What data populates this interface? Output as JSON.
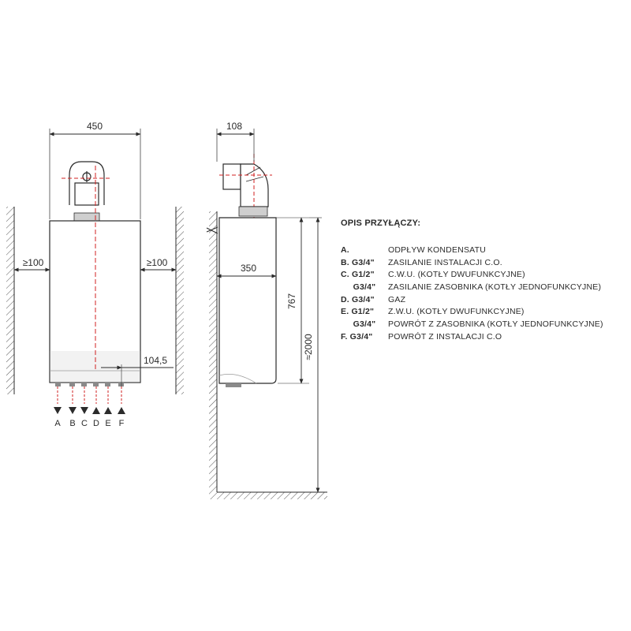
{
  "front_view": {
    "width_label": "450",
    "left_clearance_label": "≥100",
    "right_clearance_label": "≥100",
    "connection_offset_label": "104,5",
    "connection_letters": [
      "A",
      "B",
      "C",
      "D",
      "E",
      "F"
    ]
  },
  "side_view": {
    "depth_label": "108",
    "body_depth_label": "350",
    "height_label": "767",
    "mount_height_label": "≈2000"
  },
  "legend": {
    "title": "OPIS PRZYŁĄCZY:",
    "rows": [
      {
        "code": "A.",
        "desc": "ODPŁYW KONDENSATU"
      },
      {
        "code": "B.  G3/4\"",
        "desc": "ZASILANIE INSTALACJI C.O."
      },
      {
        "code": "C.  G1/2\"",
        "desc": "C.W.U. (KOTŁY DWUFUNKCYJNE)"
      },
      {
        "code": "     G3/4\"",
        "desc": "ZASILANIE ZASOBNIKA (KOTŁY JEDNOFUNKCYJNE)"
      },
      {
        "code": "D.  G3/4\"",
        "desc": "GAZ"
      },
      {
        "code": "E.  G1/2\"",
        "desc": "Z.W.U. (KOTŁY DWUFUNKCYJNE)"
      },
      {
        "code": "     G3/4\"",
        "desc": "POWRÓT Z ZASOBNIKA (KOTŁY JEDNOFUNKCYJNE)"
      },
      {
        "code": "F.  G3/4\"",
        "desc": "POWRÓT Z INSTALACJI C.O"
      }
    ]
  }
}
